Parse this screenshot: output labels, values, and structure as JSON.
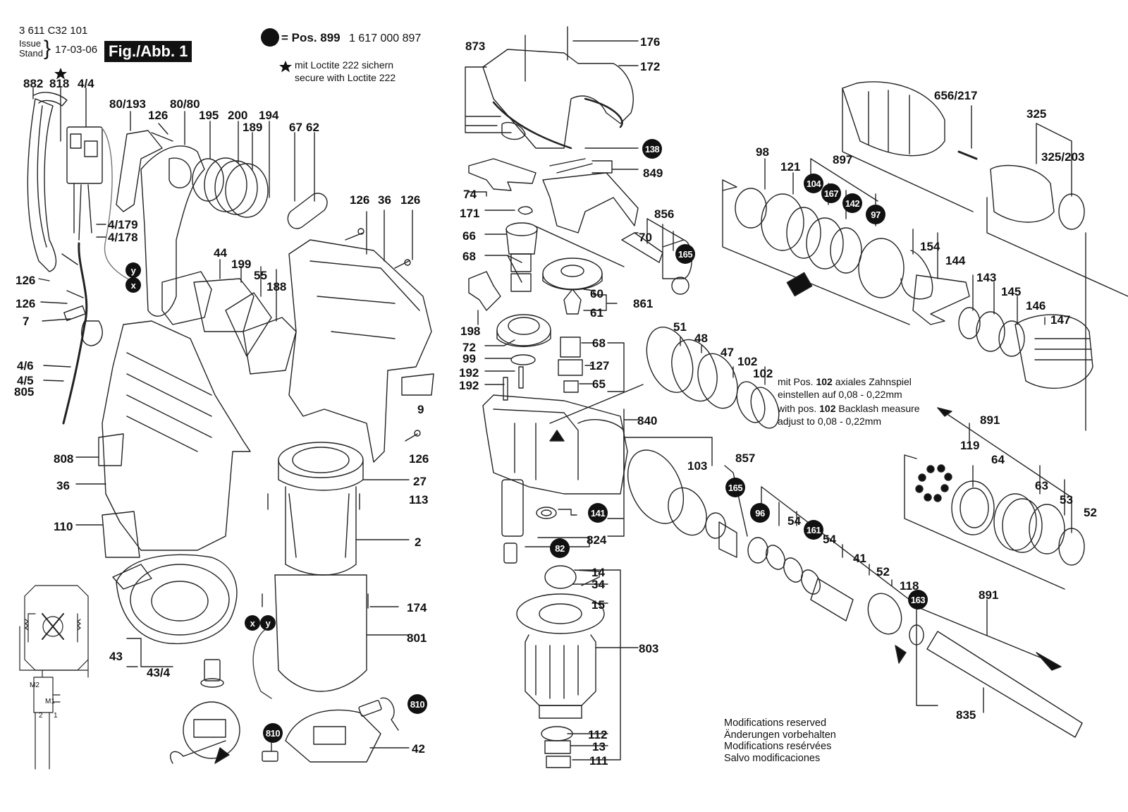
{
  "header": {
    "part_number": "3 611 C32 101",
    "issue_label_top": "Issue",
    "issue_label_bottom": "Stand",
    "issue_date": "17-03-06",
    "figure_title": "Fig./Abb. 1",
    "legend_pos_text": "= Pos. 899",
    "legend_pos_number": "1 617 000 897",
    "loctite_de": "mit Loctite 222 sichern",
    "loctite_en": "secure with Loctite 222"
  },
  "notes": {
    "backlash_de_prefix": "mit Pos.",
    "backlash_pos": "102",
    "backlash_de_suffix": "axiales Zahnspiel",
    "backlash_de_line2": "einstellen auf 0,08 - 0,22mm",
    "backlash_en_prefix": "with pos.",
    "backlash_en_suffix": "Backlash measure",
    "backlash_en_line2": "adjust to 0,08 - 0,22mm"
  },
  "footer": {
    "lines": [
      "Modifications reserved",
      "Änderungen vorbehalten",
      "Modifications resérvées",
      "Salvo modificaciones"
    ]
  },
  "wiring": {
    "m2": "M2",
    "m1": "M1",
    "t2": "2",
    "t1": "1"
  },
  "labels": [
    {
      "id": "l882",
      "text": "882"
    },
    {
      "id": "l818",
      "text": "818"
    },
    {
      "id": "l44a",
      "text": "4/4"
    },
    {
      "id": "l80193",
      "text": "80/193"
    },
    {
      "id": "l126a",
      "text": "126"
    },
    {
      "id": "l8080",
      "text": "80/80"
    },
    {
      "id": "l195",
      "text": "195"
    },
    {
      "id": "l200",
      "text": "200"
    },
    {
      "id": "l194",
      "text": "194"
    },
    {
      "id": "l189",
      "text": "189"
    },
    {
      "id": "l67",
      "text": "67"
    },
    {
      "id": "l62",
      "text": "62"
    },
    {
      "id": "l4179",
      "text": "4/179"
    },
    {
      "id": "l4178",
      "text": "4/178"
    },
    {
      "id": "l126b",
      "text": "126"
    },
    {
      "id": "l36a",
      "text": "36"
    },
    {
      "id": "l126c",
      "text": "126"
    },
    {
      "id": "l126d",
      "text": "126"
    },
    {
      "id": "l44",
      "text": "44"
    },
    {
      "id": "l199",
      "text": "199"
    },
    {
      "id": "l55",
      "text": "55"
    },
    {
      "id": "l188",
      "text": "188"
    },
    {
      "id": "l126e",
      "text": "126"
    },
    {
      "id": "l7",
      "text": "7"
    },
    {
      "id": "l46",
      "text": "4/6"
    },
    {
      "id": "l45",
      "text": "4/5"
    },
    {
      "id": "l805",
      "text": "805"
    },
    {
      "id": "l9",
      "text": "9"
    },
    {
      "id": "l126f",
      "text": "126"
    },
    {
      "id": "l808",
      "text": "808"
    },
    {
      "id": "l36b",
      "text": "36"
    },
    {
      "id": "l110",
      "text": "110"
    },
    {
      "id": "l27",
      "text": "27"
    },
    {
      "id": "l113",
      "text": "113"
    },
    {
      "id": "l2",
      "text": "2"
    },
    {
      "id": "l174",
      "text": "174"
    },
    {
      "id": "l801",
      "text": "801"
    },
    {
      "id": "l43",
      "text": "43"
    },
    {
      "id": "l434",
      "text": "43/4"
    },
    {
      "id": "l42",
      "text": "42"
    },
    {
      "id": "l873",
      "text": "873"
    },
    {
      "id": "l176",
      "text": "176"
    },
    {
      "id": "l172",
      "text": "172"
    },
    {
      "id": "l849",
      "text": "849"
    },
    {
      "id": "l74",
      "text": "74"
    },
    {
      "id": "l171",
      "text": "171"
    },
    {
      "id": "l66",
      "text": "66"
    },
    {
      "id": "l856",
      "text": "856"
    },
    {
      "id": "l70",
      "text": "70"
    },
    {
      "id": "l68a",
      "text": "68"
    },
    {
      "id": "l198",
      "text": "198"
    },
    {
      "id": "l72",
      "text": "72"
    },
    {
      "id": "l99",
      "text": "99"
    },
    {
      "id": "l192a",
      "text": "192"
    },
    {
      "id": "l192b",
      "text": "192"
    },
    {
      "id": "l60",
      "text": "60"
    },
    {
      "id": "l61",
      "text": "61"
    },
    {
      "id": "l861",
      "text": "861"
    },
    {
      "id": "l68b",
      "text": "68"
    },
    {
      "id": "l127",
      "text": "127"
    },
    {
      "id": "l65",
      "text": "65"
    },
    {
      "id": "l840",
      "text": "840"
    },
    {
      "id": "l824",
      "text": "824"
    },
    {
      "id": "l14",
      "text": "14"
    },
    {
      "id": "l34",
      "text": "34"
    },
    {
      "id": "l15",
      "text": "15"
    },
    {
      "id": "l803",
      "text": "803"
    },
    {
      "id": "l112",
      "text": "112"
    },
    {
      "id": "l13",
      "text": "13"
    },
    {
      "id": "l111",
      "text": "111"
    },
    {
      "id": "l51",
      "text": "51"
    },
    {
      "id": "l48",
      "text": "48"
    },
    {
      "id": "l47",
      "text": "47"
    },
    {
      "id": "l102a",
      "text": "102"
    },
    {
      "id": "l102b",
      "text": "102"
    },
    {
      "id": "l103",
      "text": "103"
    },
    {
      "id": "l857",
      "text": "857"
    },
    {
      "id": "l54a",
      "text": "54"
    },
    {
      "id": "l54b",
      "text": "54"
    },
    {
      "id": "l41",
      "text": "41"
    },
    {
      "id": "l52a",
      "text": "52"
    },
    {
      "id": "l118",
      "text": "118"
    },
    {
      "id": "l891a",
      "text": "891"
    },
    {
      "id": "l835",
      "text": "835"
    },
    {
      "id": "l656",
      "text": "656/217"
    },
    {
      "id": "l325",
      "text": "325"
    },
    {
      "id": "l325203",
      "text": "325/203"
    },
    {
      "id": "l98",
      "text": "98"
    },
    {
      "id": "l121",
      "text": "121"
    },
    {
      "id": "l897",
      "text": "897"
    },
    {
      "id": "l154",
      "text": "154"
    },
    {
      "id": "l144",
      "text": "144"
    },
    {
      "id": "l143",
      "text": "143"
    },
    {
      "id": "l145",
      "text": "145"
    },
    {
      "id": "l146",
      "text": "146"
    },
    {
      "id": "l147",
      "text": "147"
    },
    {
      "id": "l891b",
      "text": "891"
    },
    {
      "id": "l119",
      "text": "119"
    },
    {
      "id": "l64",
      "text": "64"
    },
    {
      "id": "l63",
      "text": "63"
    },
    {
      "id": "l53",
      "text": "53"
    },
    {
      "id": "l52b",
      "text": "52"
    }
  ],
  "circled_labels": [
    {
      "id": "c138",
      "text": "138"
    },
    {
      "id": "c165a",
      "text": "165"
    },
    {
      "id": "c104",
      "text": "104"
    },
    {
      "id": "c167",
      "text": "167"
    },
    {
      "id": "c142",
      "text": "142"
    },
    {
      "id": "c97",
      "text": "97"
    },
    {
      "id": "c141",
      "text": "141"
    },
    {
      "id": "c82",
      "text": "82"
    },
    {
      "id": "c165b",
      "text": "165"
    },
    {
      "id": "c96",
      "text": "96"
    },
    {
      "id": "c161",
      "text": "161"
    },
    {
      "id": "c163",
      "text": "163"
    },
    {
      "id": "c810a",
      "text": "810"
    },
    {
      "id": "c810b",
      "text": "810"
    },
    {
      "id": "cy1",
      "text": "y"
    },
    {
      "id": "cx1",
      "text": "x"
    },
    {
      "id": "cx2",
      "text": "x"
    },
    {
      "id": "cy2",
      "text": "y"
    }
  ]
}
